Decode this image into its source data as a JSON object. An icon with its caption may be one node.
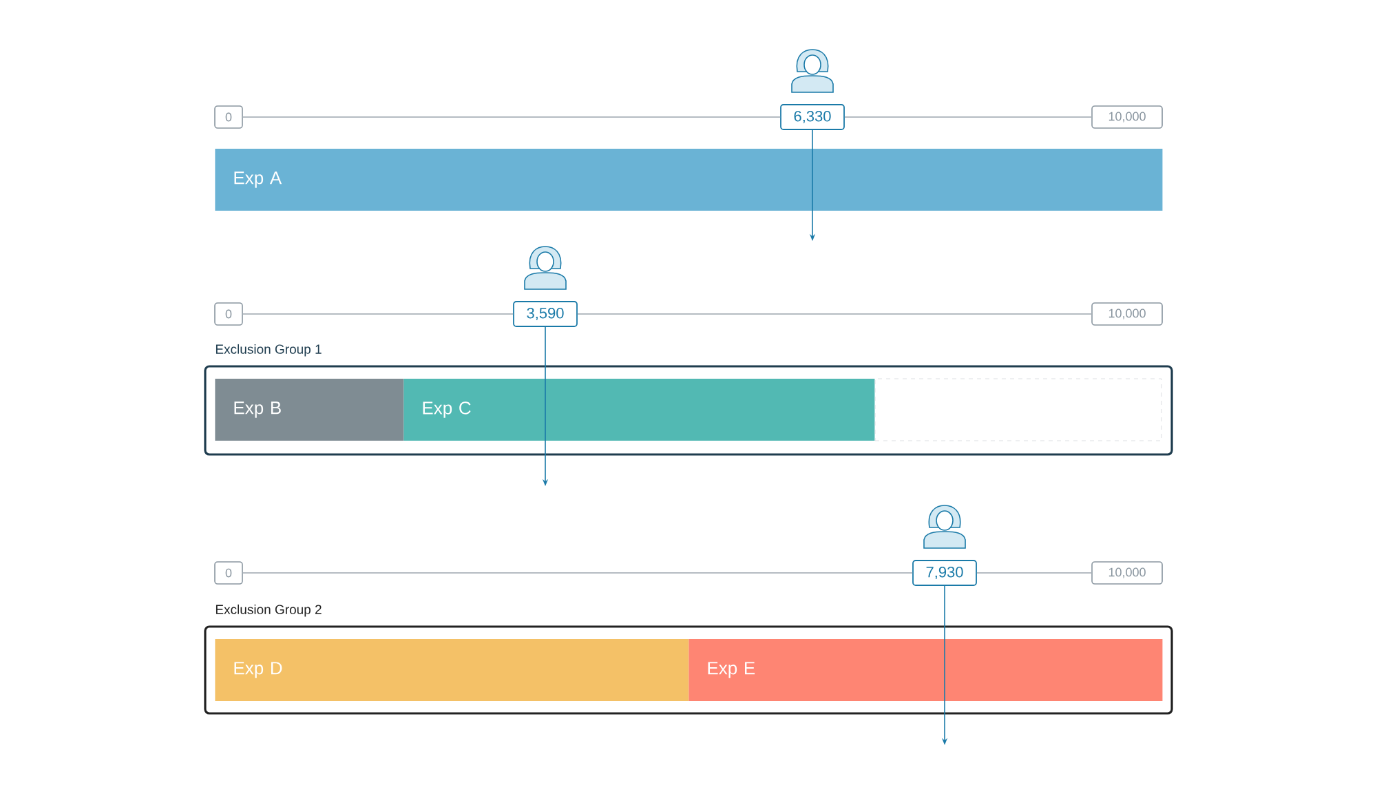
{
  "diagram": {
    "nodes": [
      {
        "text": [
          "0"
        ]
      },
      {
        "text": [
          "10,000"
        ]
      },
      {
        "text": [
          "6,330"
        ]
      },
      {
        "text": [
          "Exp A"
        ]
      },
      {
        "text": [
          "0"
        ]
      },
      {
        "text": [
          "10,000"
        ]
      },
      {
        "text": [
          "3,590"
        ]
      },
      {
        "text": [
          "Exclusion Group 1"
        ]
      },
      {
        "text": [
          "Exp B"
        ],
        "in": 7
      },
      {
        "text": [
          "Exp C"
        ],
        "in": 7
      },
      {
        "text": [],
        "shape": "box",
        "in": 7
      },
      {
        "text": [
          "0"
        ]
      },
      {
        "text": [
          "10,000"
        ]
      },
      {
        "text": [
          "7,930"
        ]
      },
      {
        "text": [
          "Exclusion Group 2"
        ]
      },
      {
        "text": [
          "Exp D"
        ],
        "in": 14
      },
      {
        "text": [
          "Exp E"
        ],
        "in": 14
      }
    ],
    "edges": [
      {
        "from": 0,
        "to": 2,
        "arrow": "none"
      },
      {
        "from": 2,
        "to": 1,
        "arrow": "none"
      },
      {
        "from": 2,
        "to": null,
        "arrow": "to",
        "color": "#1a7aa8"
      },
      {
        "from": 4,
        "to": 6,
        "arrow": "none"
      },
      {
        "from": 6,
        "to": 5,
        "arrow": "none"
      },
      {
        "from": 6,
        "to": null,
        "arrow": "to",
        "color": "#1a7aa8"
      },
      {
        "from": 11,
        "to": 13,
        "arrow": "none"
      },
      {
        "from": 13,
        "to": 12,
        "arrow": "none"
      },
      {
        "from": 13,
        "to": null,
        "arrow": "to",
        "color": "#1a7aa8"
      }
    ]
  }
}
